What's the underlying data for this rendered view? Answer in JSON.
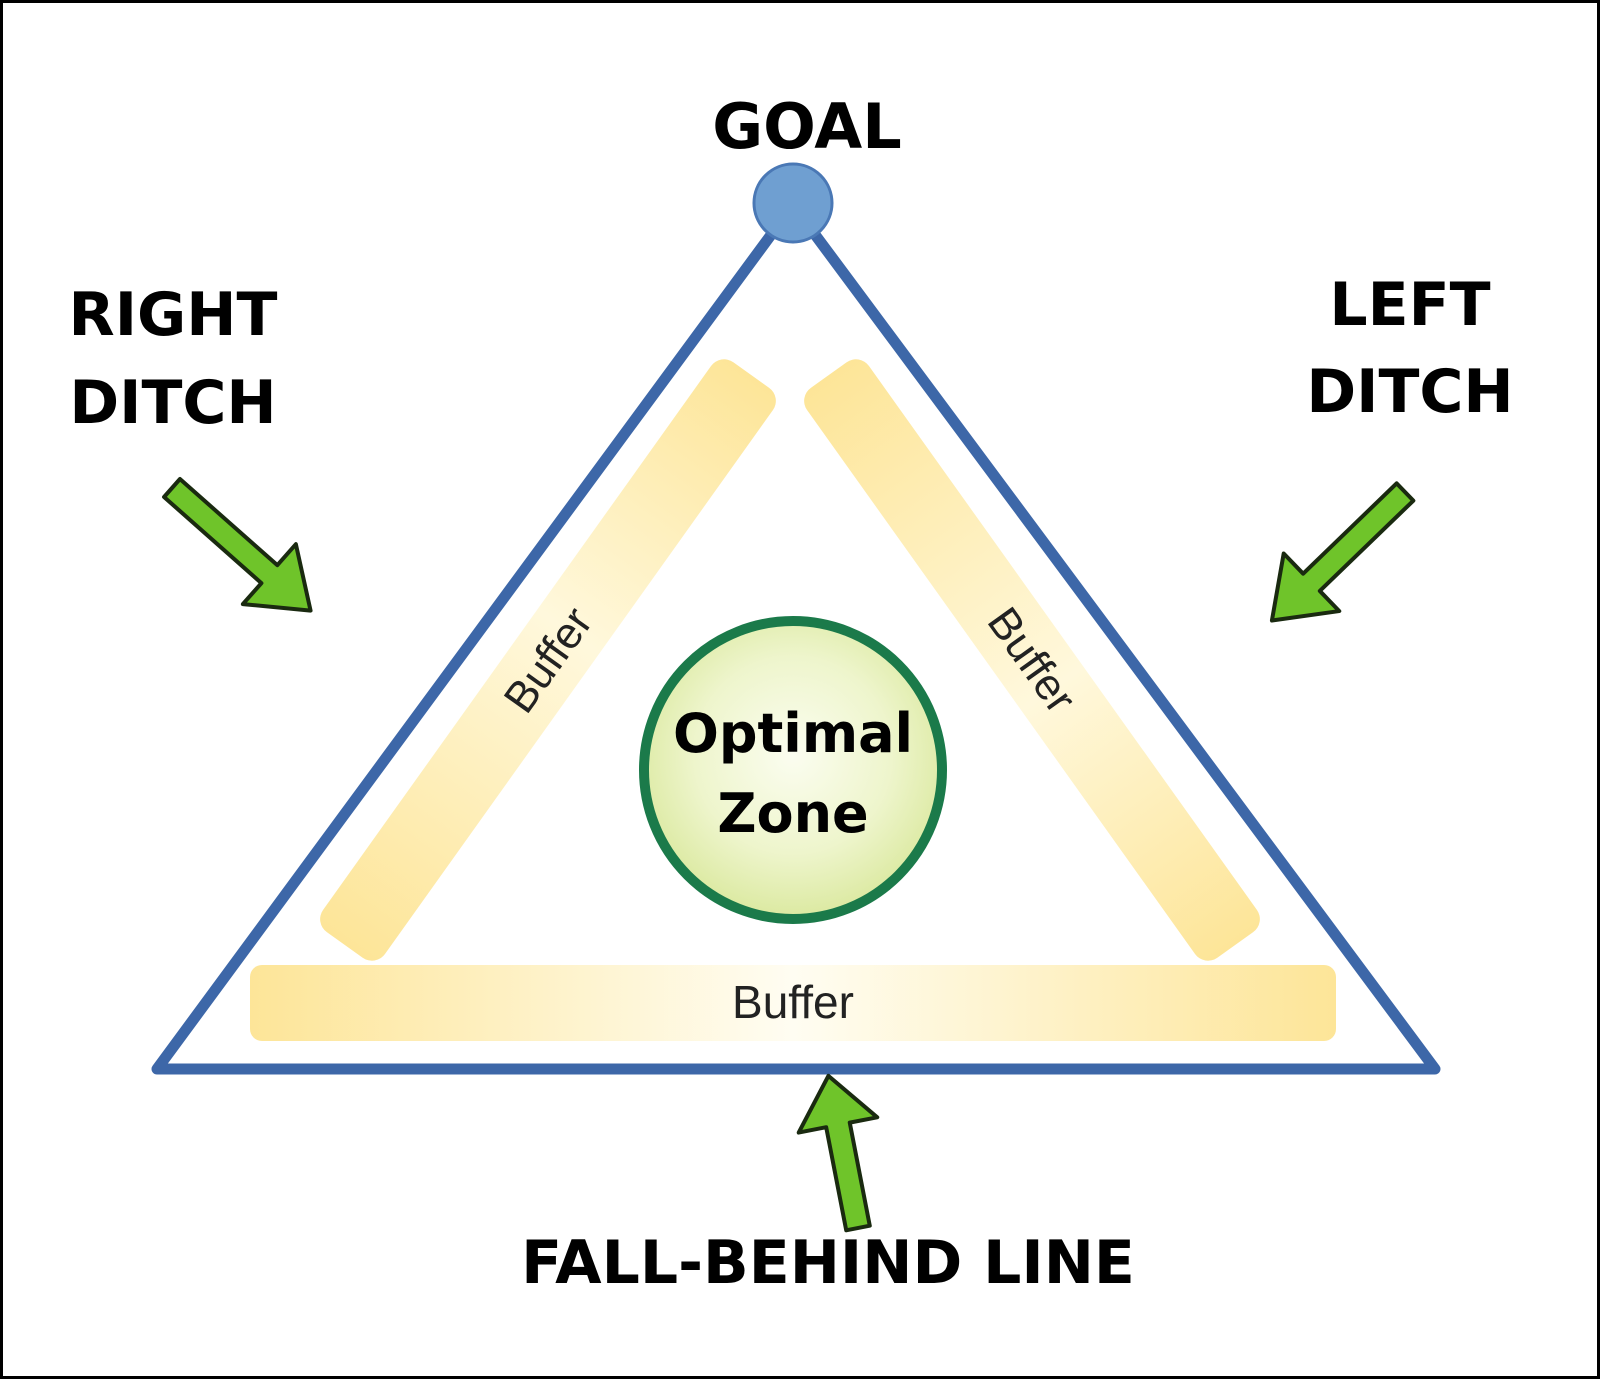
{
  "labels": {
    "goal": "GOAL",
    "right_ditch_line1": "RIGHT",
    "right_ditch_line2": "DITCH",
    "left_ditch_line1": "LEFT",
    "left_ditch_line2": "DITCH",
    "fall_behind_line": "FALL-BEHIND LINE",
    "optimal_line1": "Optimal",
    "optimal_line2": "Zone",
    "buffer_left": "Buffer",
    "buffer_right": "Buffer",
    "buffer_bottom": "Buffer"
  },
  "colors": {
    "triangle_stroke": "#3d67a8",
    "goal_fill": "#6f9fd1",
    "goal_stroke": "#4a78b5",
    "buffer_fill": "#fde89a",
    "optimal_stroke": "#1b7a4a",
    "optimal_fill": "#e6f0b8",
    "arrow_fill": "#6fc42a",
    "arrow_stroke": "#1a2a10",
    "frame": "#000000"
  }
}
